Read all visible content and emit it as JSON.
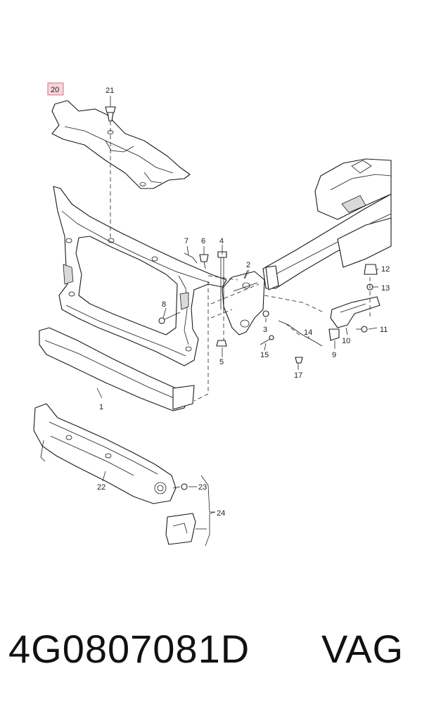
{
  "callouts": {
    "c1": "1",
    "c2": "2",
    "c3": "3",
    "c4": "4",
    "c5": "5",
    "c6": "6",
    "c7": "7",
    "c8": "8",
    "c9": "9",
    "c10": "10",
    "c11": "11",
    "c12": "12",
    "c13": "13",
    "c14": "14",
    "c15": "15",
    "c17": "17",
    "c20": "20",
    "c21": "21",
    "c22": "22",
    "c23": "23",
    "c24": "24"
  },
  "highlighted_callout": "20",
  "part_number": "4G0807081D",
  "brand": "VAG",
  "colors": {
    "highlight_fill": "#f6d6d8",
    "highlight_stroke": "#d0707a",
    "line": "#1a1a1a"
  }
}
